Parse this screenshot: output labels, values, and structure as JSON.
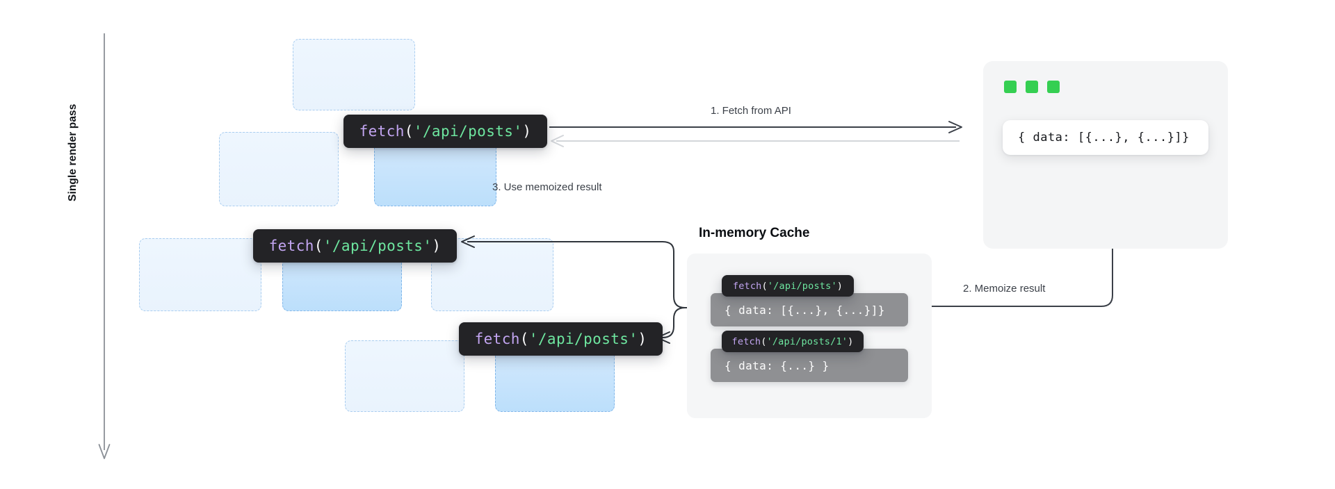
{
  "axis": {
    "label": "Single render pass"
  },
  "steps": {
    "fetch_from_api": "1. Fetch from API",
    "memoize_result": "2. Memoize result",
    "use_memoized": "3. Use memoized result"
  },
  "headings": {
    "cache": "In-memory Cache"
  },
  "code_calls": [
    {
      "fn": "fetch",
      "open": "(",
      "arg": "'/api/posts'",
      "close": ")"
    },
    {
      "fn": "fetch",
      "open": "(",
      "arg": "'/api/posts'",
      "close": ")"
    },
    {
      "fn": "fetch",
      "open": "(",
      "arg": "'/api/posts'",
      "close": ")"
    }
  ],
  "server": {
    "dots": [
      "green-dot",
      "green-dot",
      "green-dot"
    ],
    "dot_color": "#35cf52",
    "payload": "{ data: [{...}, {...}]}"
  },
  "cache": {
    "entries": [
      {
        "key": {
          "fn": "fetch",
          "open": "(",
          "arg": "'/api/posts'",
          "close": ")"
        },
        "value": "{ data: [{...}, {...}]}"
      },
      {
        "key": {
          "fn": "fetch",
          "open": "(",
          "arg": "'/api/posts/1'",
          "close": ")"
        },
        "value": "{ data: {...} }"
      }
    ]
  },
  "components": [
    {
      "row": 1,
      "hot": false
    },
    {
      "row": 2,
      "hot": false
    },
    {
      "row": 2,
      "hot": true
    },
    {
      "row": 3,
      "hot": false
    },
    {
      "row": 3,
      "hot": true
    },
    {
      "row": 3,
      "hot": false
    },
    {
      "row": 4,
      "hot": false
    },
    {
      "row": 4,
      "hot": true
    }
  ],
  "colors": {
    "code_bg": "#232326",
    "code_fn": "#c3a6f2",
    "code_str": "#6ee7a0",
    "component_fill": "#eef6fe",
    "component_hot_fill": "#cbe5fc",
    "component_border": "#a9cdf0",
    "cache_row": "#8f9093",
    "panel_bg": "#f4f5f6",
    "arrow": "#3b4048"
  }
}
